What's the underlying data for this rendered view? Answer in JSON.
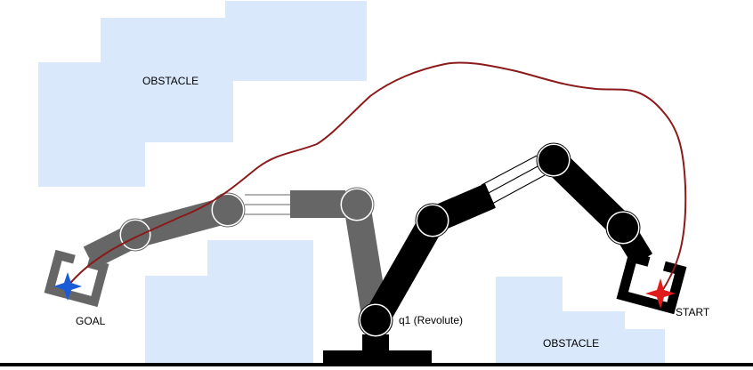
{
  "labels": {
    "obstacle_top": "OBSTACLE",
    "obstacle_bottom": "OBSTACLE",
    "goal": "GOAL",
    "start": "START",
    "joint": "q1 (Revolute)"
  },
  "colors": {
    "obstacle": "#dae8fc",
    "arm_goal": "#666666",
    "arm_start": "#000000",
    "path": "#8b1a1a",
    "goal_marker": "#1a5bd6",
    "start_marker": "#e01b1b",
    "ground": "#000000"
  }
}
